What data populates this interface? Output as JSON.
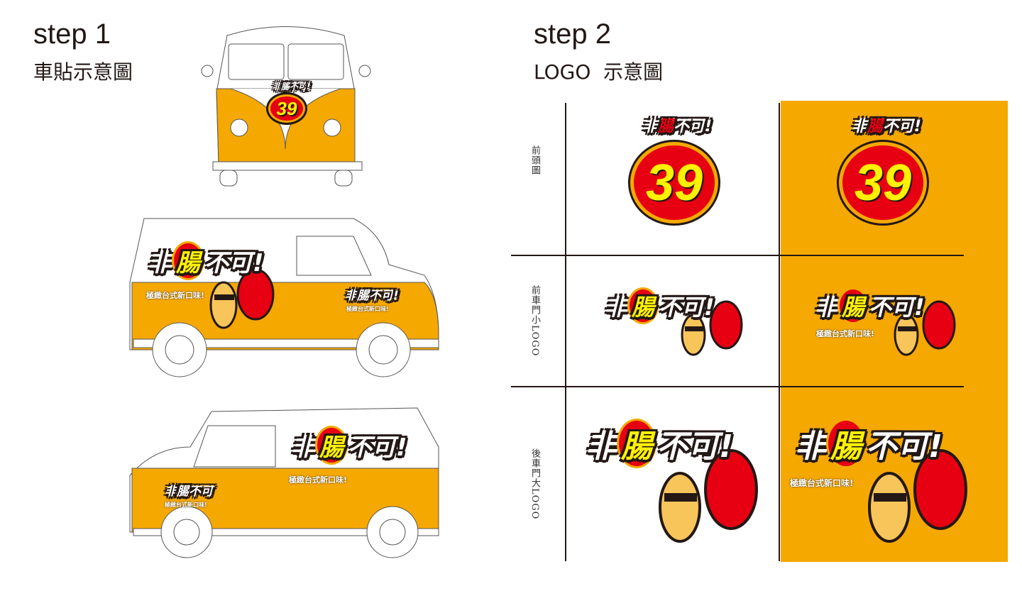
{
  "step1": {
    "title": "step 1",
    "subtitle": "車貼示意圖"
  },
  "step2": {
    "title": "step 2",
    "subtitle": "LOGO  示意圖"
  },
  "rows": [
    {
      "label": "前頭圖"
    },
    {
      "label": "前車門小LOGO"
    },
    {
      "label": "後車門大LOGO"
    }
  ],
  "logo": {
    "pre": "非",
    "highlight": "腸",
    "post": "不可",
    "exclaim": "!",
    "number": "39",
    "tagline": "極緻台式新口味!"
  },
  "colors": {
    "brand_orange": "#f5a800",
    "brand_red": "#e60012",
    "brand_yellow": "#fff200"
  }
}
